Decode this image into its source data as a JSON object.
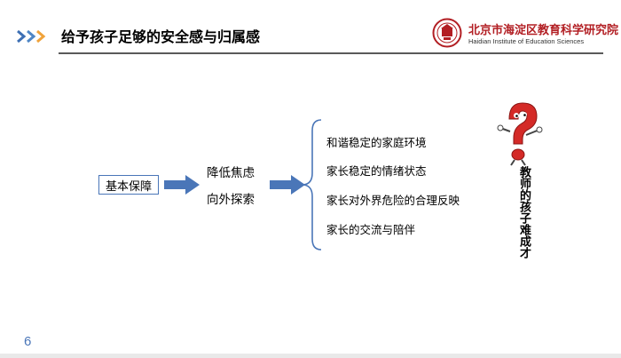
{
  "header": {
    "title": "给予孩子足够的安全感与归属感",
    "chevron_colors": [
      "#3d6fb4",
      "#4f86c6",
      "#f0a33a"
    ]
  },
  "logo": {
    "name_cn": "北京市海淀区教育科学研究院",
    "name_en": "Haidian Institute of Education Sciences",
    "color": "#b21e23"
  },
  "diagram": {
    "root_label": "基本保障",
    "middle_lines": [
      "降低焦虑",
      "向外探索"
    ],
    "items": [
      "和谐稳定的家庭环境",
      "家长稳定的情绪状态",
      "家长对外界危险的合理反映",
      "家长的交流与陪伴"
    ],
    "arrow_color": "#4a76b8"
  },
  "side": {
    "icon": "question-mark-icon",
    "vertical_text": "教师的孩子难成才"
  },
  "footer": {
    "page_number": "6"
  }
}
